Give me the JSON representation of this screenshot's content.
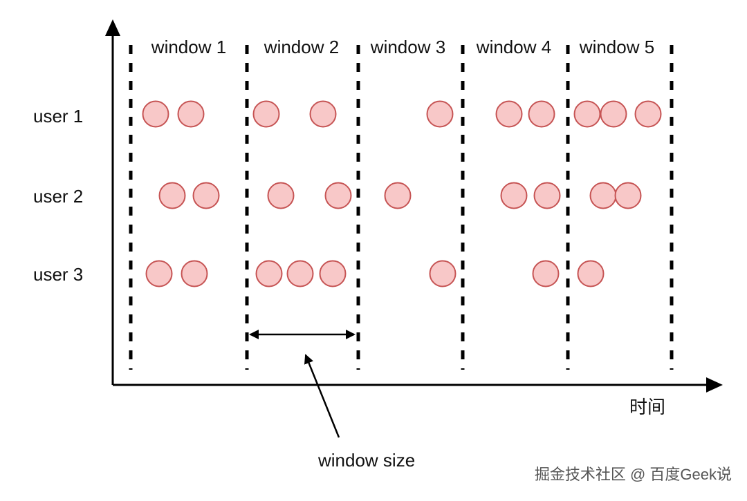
{
  "windows": [
    "window 1",
    "window 2",
    "window 3",
    "window 4",
    "window 5"
  ],
  "users": [
    "user 1",
    "user 2",
    "user 3"
  ],
  "time_label": "时间",
  "window_size_label": "window size",
  "watermark": "掘金技术社区 @ 百度Geek说",
  "colors": {
    "event_fill": "#f8c8c8",
    "event_stroke": "#c65454",
    "line": "#000000"
  }
}
